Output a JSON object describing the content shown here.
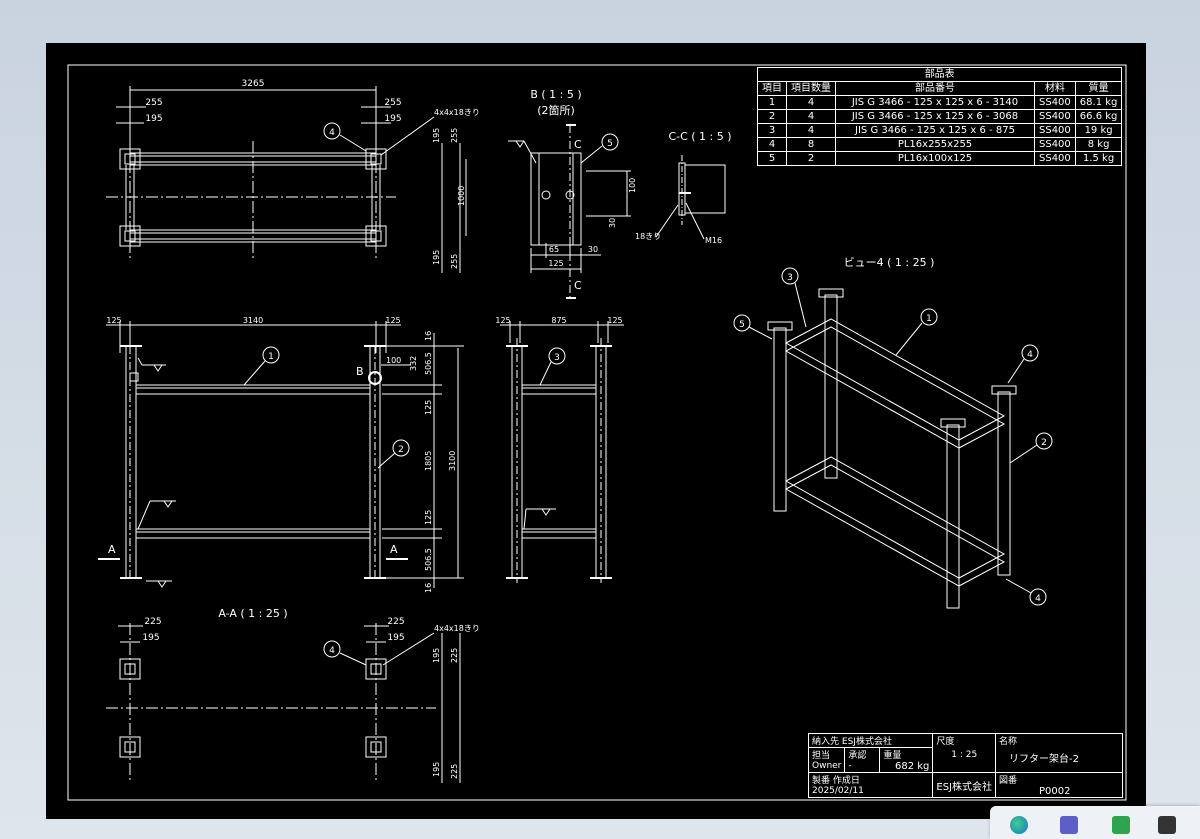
{
  "bom": {
    "title": "部品表",
    "headers": [
      "項目",
      "項目数量",
      "部品番号",
      "材料",
      "質量"
    ],
    "rows": [
      [
        "1",
        "4",
        "JIS G 3466 - 125 x 125 x 6 - 3140",
        "SS400",
        "68.1 kg"
      ],
      [
        "2",
        "4",
        "JIS G 3466 - 125 x 125 x 6 - 3068",
        "SS400",
        "66.6 kg"
      ],
      [
        "3",
        "4",
        "JIS G 3466 - 125 x 125 x 6 - 875",
        "SS400",
        "19 kg"
      ],
      [
        "4",
        "8",
        "PL16x255x255",
        "SS400",
        "8 kg"
      ],
      [
        "5",
        "2",
        "PL16x100x125",
        "SS400",
        "1.5 kg"
      ]
    ]
  },
  "views": {
    "b_title": "B ( 1 : 5 )",
    "b_sub": "(2箇所)",
    "cc_title": "C-C ( 1 : 5 )",
    "aa_title": "A-A ( 1 : 25 )",
    "iso_title": "ビュー4 ( 1 : 25 )"
  },
  "dims": {
    "top_overall": "3265",
    "top_255": "255",
    "top_195": "195",
    "top_255b": "255",
    "top_195b": "195",
    "top_hole": "4x4x18きり",
    "top_v195a": "195",
    "top_v255a": "255",
    "top_v1000": "1000",
    "top_v195b": "195",
    "top_v255b": "255",
    "b_100": "100",
    "b_30v": "30",
    "b_65": "65",
    "b_30h": "30",
    "b_125": "125",
    "cc_18": "18きり",
    "cc_m16": "M16",
    "front_125a": "125",
    "front_3140": "3140",
    "front_125b": "125",
    "front_16a": "16",
    "front_506a": "506.5",
    "front_332": "332",
    "front_100": "100",
    "front_125v": "125",
    "front_1805": "1805",
    "front_3100": "3100",
    "front_125v2": "125",
    "front_506b": "506.5",
    "front_16b": "16",
    "side_125a": "125",
    "side_875": "875",
    "side_125b": "125",
    "aa_225": "225",
    "aa_195": "195",
    "aa_225b": "225",
    "aa_195b": "195",
    "aa_hole": "4x4x18きり",
    "aa_v195": "195",
    "aa_v225": "225",
    "aa_v195b": "195",
    "aa_v225b": "225",
    "label_b": "B",
    "label_a": "A",
    "label_c": "C"
  },
  "balloons": {
    "top4": "4",
    "b5": "5",
    "front1": "1",
    "front2": "2",
    "side3": "3",
    "aa4": "4",
    "iso3": "3",
    "iso5": "5",
    "iso1": "1",
    "iso4a": "4",
    "iso2": "2",
    "iso4b": "4"
  },
  "titleblock": {
    "client_label": "納入先",
    "client": "ESJ株式会社",
    "scale_label": "尺度",
    "scale": "1 : 25",
    "name_label": "名称",
    "name": "リフター架台-2",
    "charge_label": "担当",
    "charge": "Owner",
    "approve_label": "承認",
    "approve": "-",
    "weight_label": "重量",
    "weight": "682 kg",
    "maker_label": "製番",
    "date_label": "作成日",
    "date": "2025/02/11",
    "company": "ESJ株式会社",
    "drawing_label": "図番",
    "drawing": "P0002"
  },
  "taskbar": {
    "icons": [
      "edge-icon",
      "teams-icon",
      "check-icon",
      "app-icon"
    ]
  }
}
